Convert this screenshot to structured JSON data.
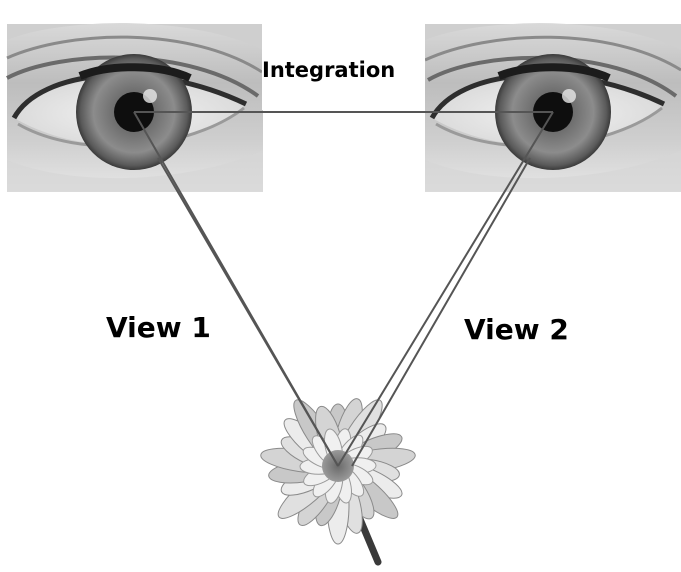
{
  "labels": {
    "integration": "Integration",
    "view_left": "View 1",
    "view_right": "View 2"
  },
  "colors": {
    "line": "#555555",
    "background": "#ffffff"
  },
  "images": {
    "left_eye": "eye-photo",
    "right_eye": "eye-photo",
    "flower": "daisy-photo"
  }
}
